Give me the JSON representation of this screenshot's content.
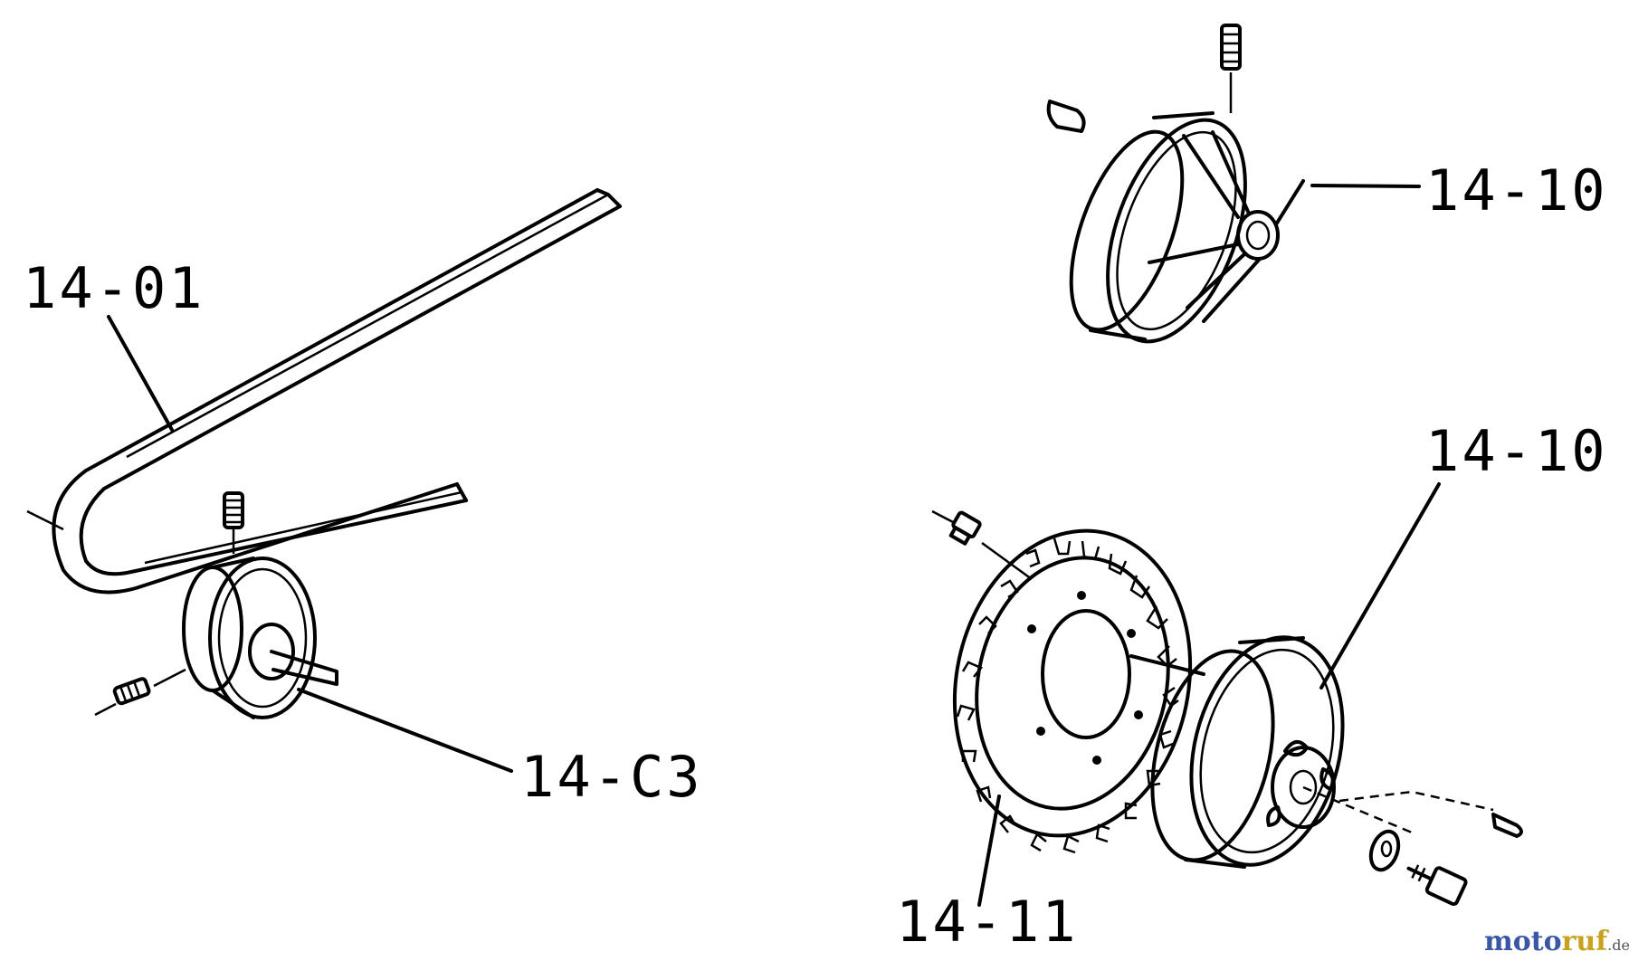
{
  "labels": {
    "belt": "14-01",
    "small_pulley": "14-C3",
    "upper_pulley": "14-10",
    "lower_pulley": "14-10",
    "sprocket": "14-11"
  },
  "watermark": {
    "part1": "moto",
    "part2": "ruf",
    "suffix": ".de",
    "colors": {
      "moto": "#3a56a5",
      "ruf": "#c8a21e",
      "suffix": "#555555"
    }
  }
}
